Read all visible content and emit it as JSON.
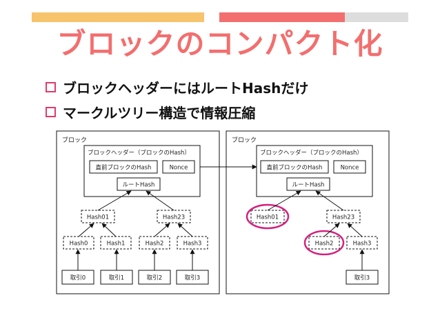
{
  "colors": {
    "accent_pink": "#e03a6a",
    "bar_yellow": "#f7c36b",
    "bar_red": "#f36e6e",
    "bar_gray": "#dddddd"
  },
  "slide": {
    "title": "ブロックのコンパクト化",
    "bullets": [
      "ブロックヘッダーにはルートHashだけ",
      "マークルツリー構造で情報圧縮"
    ]
  },
  "left_block": {
    "label": "ブロック",
    "header_label": "ブロックヘッダー（ブロックのHash）",
    "prev_hash": "直前ブロックのHash",
    "nonce": "Nonce",
    "root_hash": "ルートHash",
    "hash01": "Hash01",
    "hash23": "Hash23",
    "hash0": "Hash0",
    "hash1": "Hash1",
    "hash2": "Hash2",
    "hash3": "Hash3",
    "tx0": "取引0",
    "tx1": "取引1",
    "tx2": "取引2",
    "tx3": "取引3"
  },
  "right_block": {
    "label": "ブロック",
    "header_label": "ブロックヘッダー（ブロックのHash）",
    "prev_hash": "直前ブロックのHash",
    "nonce": "Nonce",
    "root_hash": "ルートHash",
    "hash01": "Hash01",
    "hash23": "Hash23",
    "hash2": "Hash2",
    "hash3": "Hash3",
    "tx3": "取引3"
  }
}
